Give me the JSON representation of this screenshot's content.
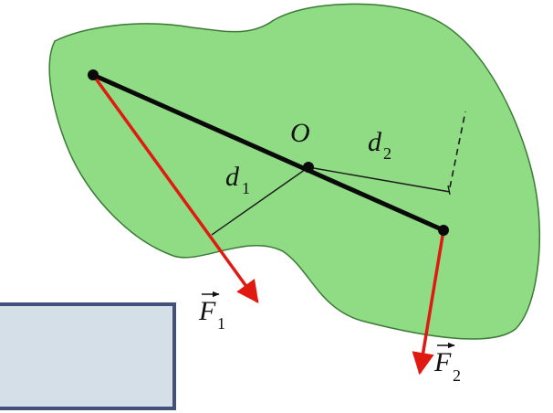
{
  "diagram": {
    "labels": {
      "pivot": "O",
      "arm1_main": "d",
      "arm1_sub": "1",
      "arm2_main": "d",
      "arm2_sub": "2",
      "force1_main": "F",
      "force1_sub": "1",
      "force2_main": "F",
      "force2_sub": "2"
    },
    "colors": {
      "body_fill": "#8fdc84",
      "body_stroke": "#3a7a35",
      "rod": "#0a0a0a",
      "force_arrow": "#e01a10",
      "arm_line": "#1a1a1a",
      "overlay_fill": "#d5dfe8",
      "overlay_border": "#43507a"
    }
  },
  "overlay": {
    "text": ""
  }
}
